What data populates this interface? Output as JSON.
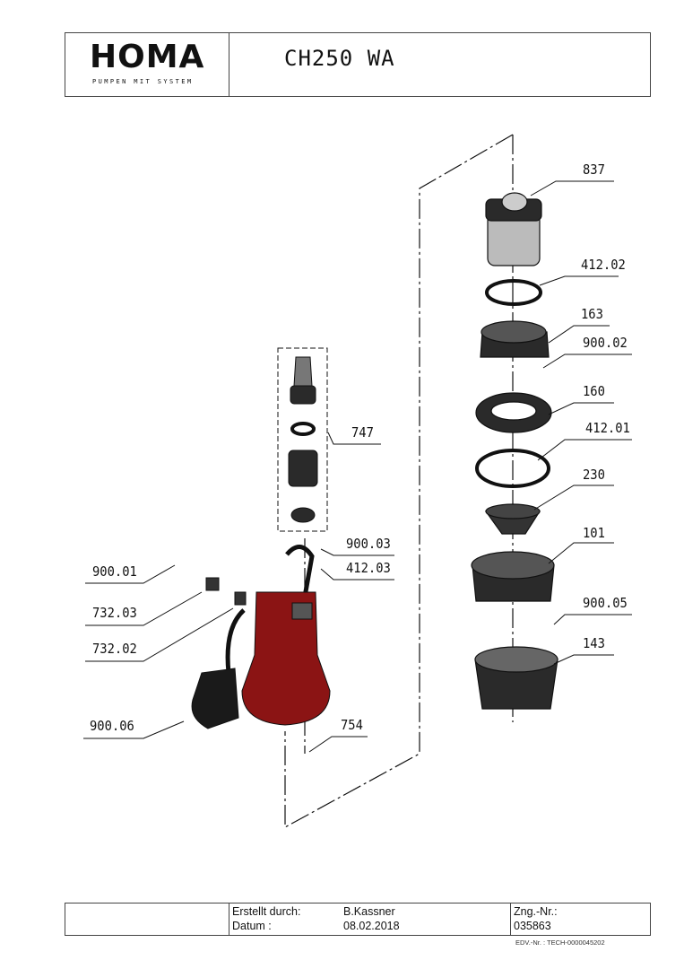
{
  "header": {
    "logo_text": "HOMA",
    "logo_tagline": "PUMPEN MIT SYSTEM",
    "title": "CH250 WA"
  },
  "labels": {
    "p837": "837",
    "p412_02": "412.02",
    "p163": "163",
    "p900_02": "900.02",
    "p160": "160",
    "p412_01": "412.01",
    "p230": "230",
    "p101": "101",
    "p900_05": "900.05",
    "p143": "143",
    "p747": "747",
    "p900_03": "900.03",
    "p412_03": "412.03",
    "p900_01": "900.01",
    "p732_03": "732.03",
    "p732_02": "732.02",
    "p900_06": "900.06",
    "p754": "754"
  },
  "footer": {
    "created_by_label": "Erstellt durch:",
    "created_by": "B.Kassner",
    "date_label": "Datum :",
    "date": "08.02.2018",
    "drawing_no_label": "Zng.-Nr.:",
    "drawing_no": "035863",
    "edv": "EDV.-Nr. :   TECH-0000045202"
  },
  "colors": {
    "pump_body": "#8b1414",
    "parts": "#2a2a2a"
  }
}
